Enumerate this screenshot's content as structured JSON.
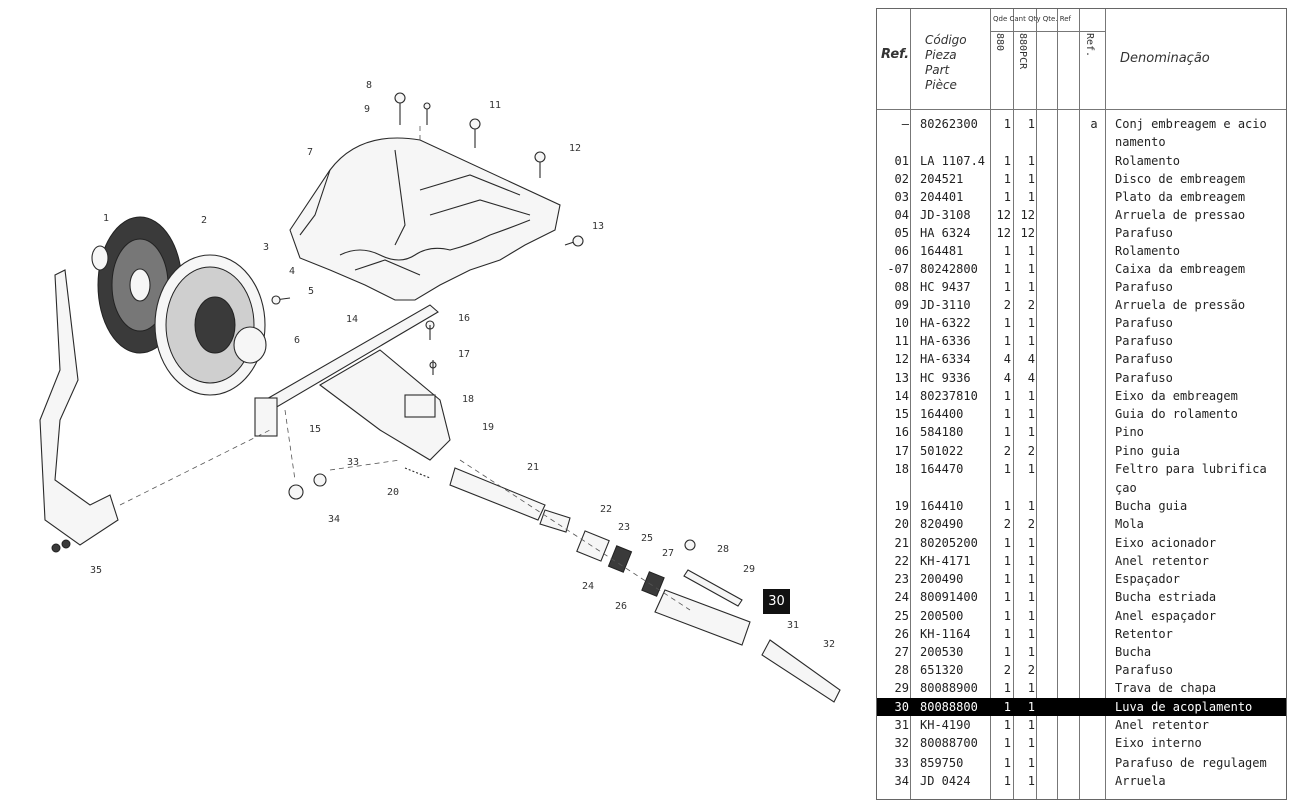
{
  "diagram": {
    "callouts": [
      "1",
      "2",
      "3",
      "4",
      "5",
      "6",
      "7",
      "8",
      "9",
      "11",
      "12",
      "13",
      "14",
      "15",
      "16",
      "17",
      "18",
      "19",
      "20",
      "21",
      "22",
      "23",
      "24",
      "25",
      "26",
      "27",
      "28",
      "29",
      "31",
      "32",
      "33",
      "34",
      "35"
    ],
    "highlight_label": "30"
  },
  "table": {
    "headers": {
      "ref": "Ref.",
      "code_lines": [
        "Código",
        "Pieza",
        "Part",
        "Pièce"
      ],
      "qty_group": "Qde Cant Qty Qte. Ref",
      "col_880": "880",
      "col_880pcr": "880PCR",
      "col_ref": "Ref.",
      "denom": "Denominação"
    },
    "rows": [
      {
        "ref": "–",
        "code": "80262300",
        "q1": "1",
        "q2": "1",
        "rf": "a",
        "name": "Conj embreagem e acio"
      },
      {
        "ref": "",
        "code": "",
        "q1": "",
        "q2": "",
        "rf": "",
        "name": "namento"
      },
      {
        "ref": "01",
        "code": "LA 1107.4",
        "q1": "1",
        "q2": "1",
        "rf": "",
        "name": "Rolamento"
      },
      {
        "ref": "02",
        "code": "204521",
        "q1": "1",
        "q2": "1",
        "rf": "",
        "name": "Disco de embreagem"
      },
      {
        "ref": "03",
        "code": "204401",
        "q1": "1",
        "q2": "1",
        "rf": "",
        "name": "Plato da embreagem"
      },
      {
        "ref": "04",
        "code": "JD-3108",
        "q1": "12",
        "q2": "12",
        "rf": "",
        "name": "Arruela de pressao"
      },
      {
        "ref": "05",
        "code": "HA 6324",
        "q1": "12",
        "q2": "12",
        "rf": "",
        "name": "Parafuso"
      },
      {
        "ref": "06",
        "code": "164481",
        "q1": "1",
        "q2": "1",
        "rf": "",
        "name": "Rolamento"
      },
      {
        "ref": "-07",
        "code": "80242800",
        "q1": "1",
        "q2": "1",
        "rf": "",
        "name": "Caixa da embreagem"
      },
      {
        "ref": "08",
        "code": "HC 9437",
        "q1": "1",
        "q2": "1",
        "rf": "",
        "name": "Parafuso"
      },
      {
        "ref": "09",
        "code": "JD-3110",
        "q1": "2",
        "q2": "2",
        "rf": "",
        "name": "Arruela de pressão"
      },
      {
        "ref": "10",
        "code": "HA-6322",
        "q1": "1",
        "q2": "1",
        "rf": "",
        "name": "Parafuso"
      },
      {
        "ref": "11",
        "code": "HA-6336",
        "q1": "1",
        "q2": "1",
        "rf": "",
        "name": "Parafuso"
      },
      {
        "ref": "12",
        "code": "HA-6334",
        "q1": "4",
        "q2": "4",
        "rf": "",
        "name": "Parafuso"
      },
      {
        "ref": "13",
        "code": "HC 9336",
        "q1": "4",
        "q2": "4",
        "rf": "",
        "name": "Parafuso"
      },
      {
        "ref": "14",
        "code": "80237810",
        "q1": "1",
        "q2": "1",
        "rf": "",
        "name": "Eixo da embreagem"
      },
      {
        "ref": "15",
        "code": "164400",
        "q1": "1",
        "q2": "1",
        "rf": "",
        "name": "Guia do rolamento"
      },
      {
        "ref": "16",
        "code": "584180",
        "q1": "1",
        "q2": "1",
        "rf": "",
        "name": "Pino"
      },
      {
        "ref": "17",
        "code": "501022",
        "q1": "2",
        "q2": "2",
        "rf": "",
        "name": "Pino guia"
      },
      {
        "ref": "18",
        "code": "164470",
        "q1": "1",
        "q2": "1",
        "rf": "",
        "name": "Feltro para lubrifica"
      },
      {
        "ref": "",
        "code": "",
        "q1": "",
        "q2": "",
        "rf": "",
        "name": "çao"
      },
      {
        "ref": "19",
        "code": "164410",
        "q1": "1",
        "q2": "1",
        "rf": "",
        "name": "Bucha guia"
      },
      {
        "ref": "20",
        "code": "820490",
        "q1": "2",
        "q2": "2",
        "rf": "",
        "name": "Mola"
      },
      {
        "ref": "21",
        "code": "80205200",
        "q1": "1",
        "q2": "1",
        "rf": "",
        "name": "Eixo acionador"
      },
      {
        "ref": "22",
        "code": "KH-4171",
        "q1": "1",
        "q2": "1",
        "rf": "",
        "name": "Anel retentor"
      },
      {
        "ref": "23",
        "code": "200490",
        "q1": "1",
        "q2": "1",
        "rf": "",
        "name": "Espaçador"
      },
      {
        "ref": "24",
        "code": "80091400",
        "q1": "1",
        "q2": "1",
        "rf": "",
        "name": "Bucha estriada"
      },
      {
        "ref": "25",
        "code": "200500",
        "q1": "1",
        "q2": "1",
        "rf": "",
        "name": "Anel espaçador"
      },
      {
        "ref": "26",
        "code": "KH-1164",
        "q1": "1",
        "q2": "1",
        "rf": "",
        "name": "Retentor"
      },
      {
        "ref": "27",
        "code": "200530",
        "q1": "1",
        "q2": "1",
        "rf": "",
        "name": "Bucha"
      },
      {
        "ref": "28",
        "code": "651320",
        "q1": "2",
        "q2": "2",
        "rf": "",
        "name": "Parafuso"
      },
      {
        "ref": "29",
        "code": "80088900",
        "q1": "1",
        "q2": "1",
        "rf": "",
        "name": "Trava de chapa"
      },
      {
        "ref": "30",
        "code": "80088800",
        "q1": "1",
        "q2": "1",
        "rf": "",
        "name": "Luva de acoplamento",
        "selected": true
      },
      {
        "ref": "31",
        "code": "KH-4190",
        "q1": "1",
        "q2": "1",
        "rf": "",
        "name": "Anel retentor"
      },
      {
        "ref": "32",
        "code": "80088700",
        "q1": "1",
        "q2": "1",
        "rf": "",
        "name": "Eixo interno"
      },
      {
        "ref": "33",
        "code": "859750",
        "q1": "1",
        "q2": "1",
        "rf": "",
        "name": "Parafuso de regulagem"
      },
      {
        "ref": "34",
        "code": "JD 0424",
        "q1": "1",
        "q2": "1",
        "rf": "",
        "name": "Arruela"
      }
    ]
  }
}
